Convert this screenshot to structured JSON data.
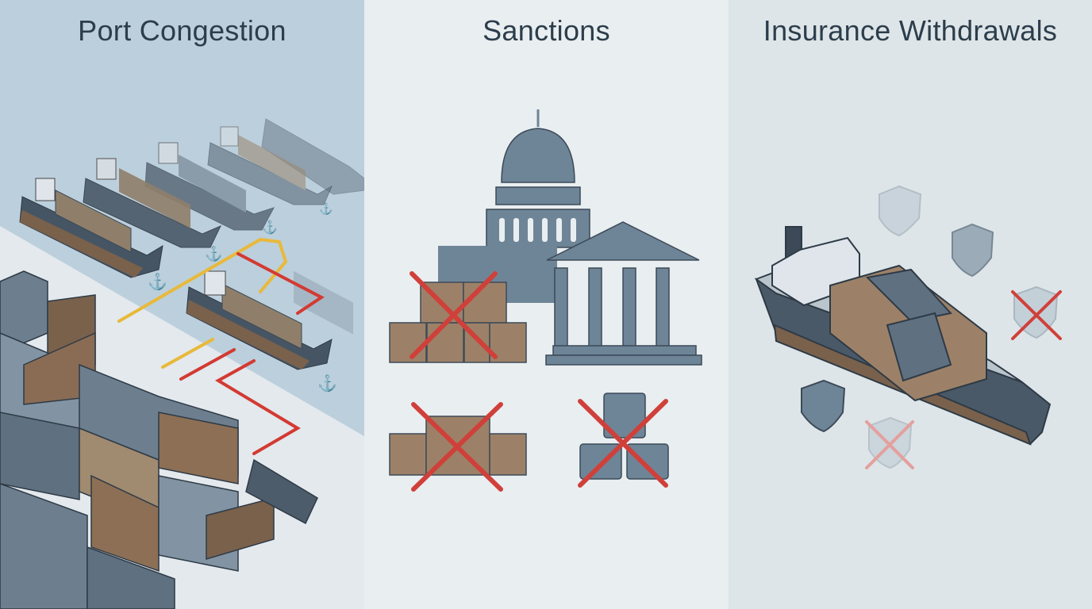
{
  "panels": [
    {
      "title": "Port Congestion",
      "background": "#bccfdc",
      "elements": [
        "queued-container-ships",
        "anchors",
        "disrupted-route-lines",
        "stacked-containers",
        "fallen-container"
      ],
      "route_colors": {
        "yellow": "#e8b93a",
        "red": "#d33a32"
      }
    },
    {
      "title": "Sanctions",
      "background": "#e9eef1",
      "elements": [
        "capitol-dome",
        "government-building",
        "crossed-out-crates",
        "crossed-out-boxes"
      ],
      "cross_color": "#d0403a"
    },
    {
      "title": "Insurance Withdrawals",
      "background": "#dde5e8",
      "elements": [
        "container-ship",
        "shields",
        "crossed-out-shields"
      ],
      "cross_color": "#d0403a"
    }
  ]
}
